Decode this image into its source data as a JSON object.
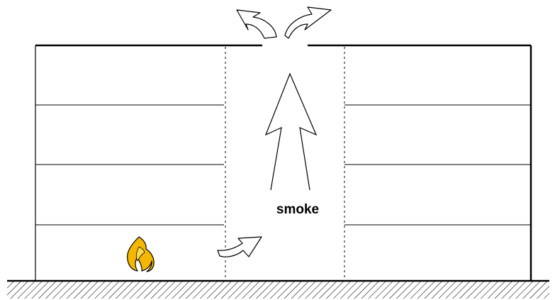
{
  "diagram": {
    "label": "smoke",
    "colors": {
      "line": "#000000",
      "flame_fill": "#f5b800",
      "flame_stroke": "#000000",
      "background": "#ffffff"
    },
    "icons": {
      "fire": "flame-icon",
      "updraft": "large-up-arrow",
      "exhaust_left": "curved-arrow-up-left",
      "exhaust_right": "curved-arrow-up-right",
      "inflow": "curved-arrow-into-atrium"
    }
  }
}
